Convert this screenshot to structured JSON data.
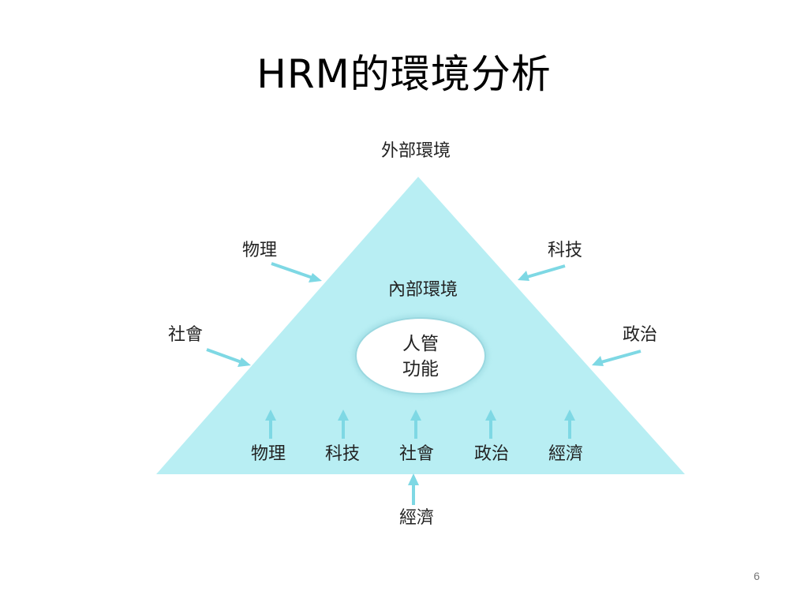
{
  "slide": {
    "title": "HRM的環境分析",
    "page_number": "6"
  },
  "diagram": {
    "outer_label": "外部環境",
    "inner_label": "內部環境",
    "core": {
      "line1": "人管",
      "line2": "功能"
    },
    "left_factors": [
      "物理",
      "社會"
    ],
    "right_factors": [
      "科技",
      "政治"
    ],
    "bottom_factors": [
      "物理",
      "科技",
      "社會",
      "政治",
      "經濟"
    ],
    "below_factor": "經濟",
    "colors": {
      "triangle": "#B8EEF3",
      "arrow": "#7ED8E4",
      "ellipse_fill": "#FFFFFF",
      "ellipse_stroke": "#9AD8E0",
      "text": "#222222"
    }
  }
}
